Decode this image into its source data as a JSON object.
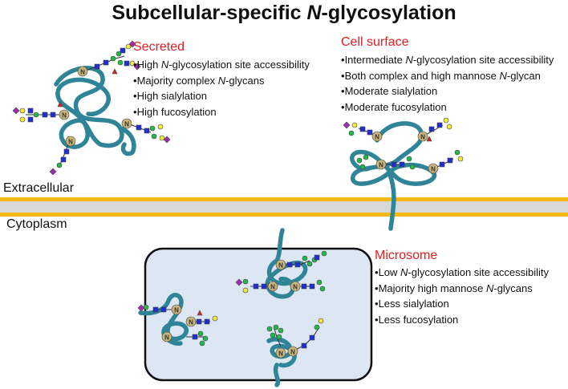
{
  "title": {
    "prefix": "Subcellular-specific ",
    "italic": "N",
    "suffix": "-glycosylation"
  },
  "regions": {
    "extracellular": "Extracellular",
    "cytoplasm": "Cytoplasm"
  },
  "colors": {
    "heading": "#e02020",
    "membrane": "#f5bb14",
    "membrane_core": "#d8d8d8",
    "microsome_fill": "#dce7f3",
    "protein": "#2f8497",
    "glcnac": "#1f2fd0",
    "mannose": "#22b84a",
    "galactose": "#f2ea3a",
    "sialic_acid": "#9d2eb3",
    "fucose": "#d42626",
    "site_badge": "#c9b57a"
  },
  "site_label": "N",
  "panels": {
    "secreted": {
      "heading": "Secreted",
      "bullets": [
        {
          "pre": "High ",
          "it": "N",
          "post": "-glycosylation site accessibility"
        },
        {
          "pre": "Majority complex ",
          "it": "N",
          "post": "-glycans"
        },
        {
          "pre": "High sialylation",
          "it": "",
          "post": ""
        },
        {
          "pre": "High fucosylation",
          "it": "",
          "post": ""
        }
      ]
    },
    "cell_surface": {
      "heading": "Cell surface",
      "bullets": [
        {
          "pre": "Intermediate ",
          "it": "N",
          "post": "-glycosylation site accessibility"
        },
        {
          "pre": "Both complex and high mannose ",
          "it": "N",
          "post": "-glycan"
        },
        {
          "pre": "Moderate sialylation",
          "it": "",
          "post": ""
        },
        {
          "pre": "Moderate fucosylation",
          "it": "",
          "post": ""
        }
      ]
    },
    "microsome": {
      "heading": "Microsome",
      "bullets": [
        {
          "pre": "Low  ",
          "it": "N",
          "post": "-glycosylation site accessibility"
        },
        {
          "pre": "Majority high mannose ",
          "it": "N",
          "post": "-glycans"
        },
        {
          "pre": "Less sialylation",
          "it": "",
          "post": ""
        },
        {
          "pre": "Less fucosylation",
          "it": "",
          "post": ""
        }
      ]
    }
  }
}
